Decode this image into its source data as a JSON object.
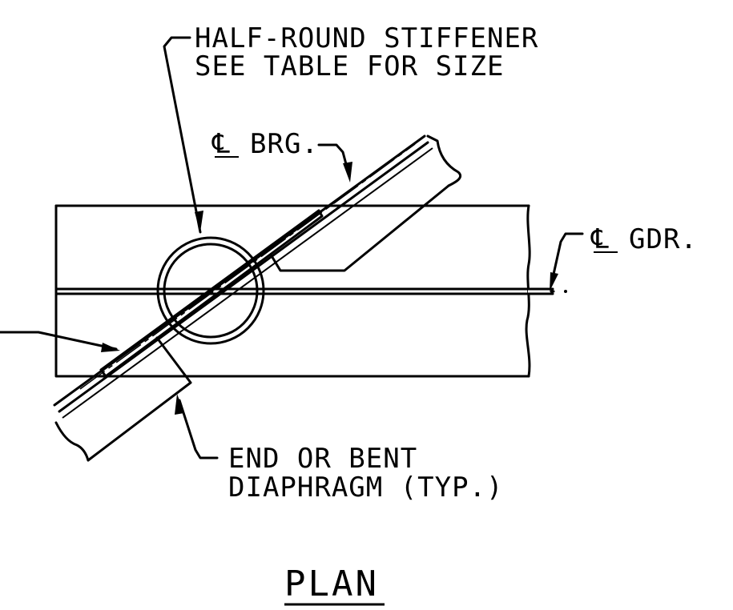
{
  "labels": {
    "stiffener_line1": "HALF-ROUND STIFFENER",
    "stiffener_line2": "SEE TABLE FOR SIZE",
    "brg": "BRG.",
    "gdr": "GDR.",
    "diaphragm_line1": "END OR BENT",
    "diaphragm_line2": "DIAPHRAGM (TYP.)",
    "centerline_symbol": "℄",
    "title": "PLAN"
  }
}
